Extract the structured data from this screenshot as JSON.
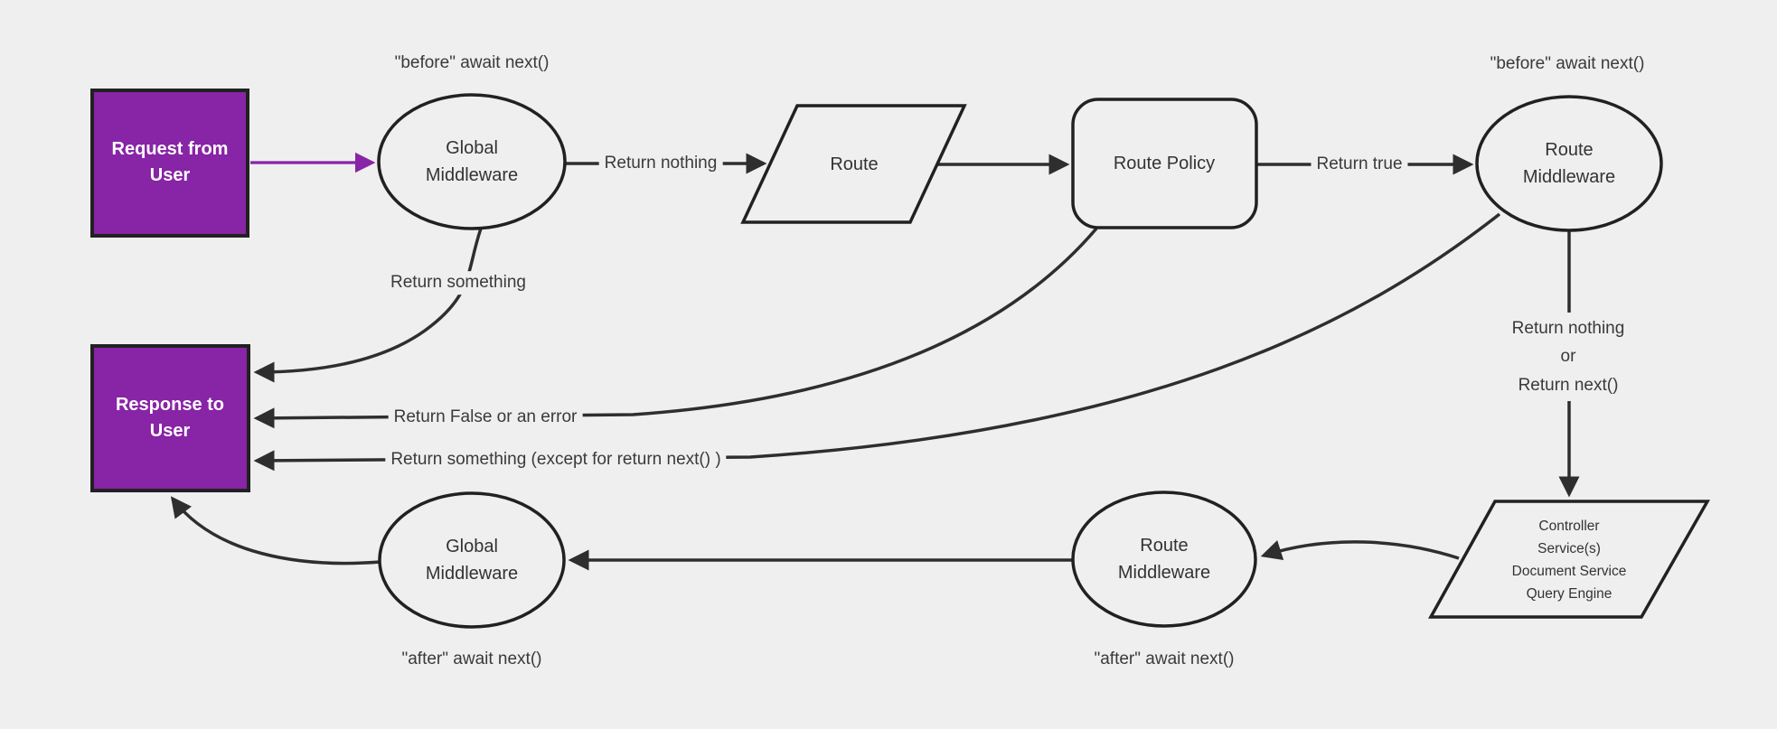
{
  "title": "Request lifecycle middleware flow diagram",
  "colors": {
    "bg": "#efefef",
    "purple": "#8824A6",
    "stroke": "#212121",
    "edge": "#2e2e2e",
    "text": "#3a3a3a"
  },
  "nodes": {
    "request": {
      "label": "Request from\nUser"
    },
    "global_middleware_top": {
      "label": "Global\nMiddleware",
      "annotation": "\"before\" await next()"
    },
    "route": {
      "label": "Route"
    },
    "route_policy": {
      "label": "Route Policy"
    },
    "route_middleware_top": {
      "label": "Route\nMiddleware",
      "annotation": "\"before\" await next()"
    },
    "controller": {
      "label": "Controller\nService(s)\nDocument Service\nQuery Engine"
    },
    "route_middleware_bottom": {
      "label": "Route\nMiddleware",
      "annotation": "\"after\" await next()"
    },
    "global_middleware_bottom": {
      "label": "Global\nMiddleware",
      "annotation": "\"after\" await next()"
    },
    "response": {
      "label": "Response to\nUser"
    }
  },
  "edges": {
    "return_nothing": "Return nothing",
    "return_true": "Return true",
    "return_something": "Return something",
    "return_false": "Return False or an error",
    "return_something_except": "Return something (except for return next() )",
    "return_nothing_or_next": "Return nothing\nor\nReturn next()"
  }
}
